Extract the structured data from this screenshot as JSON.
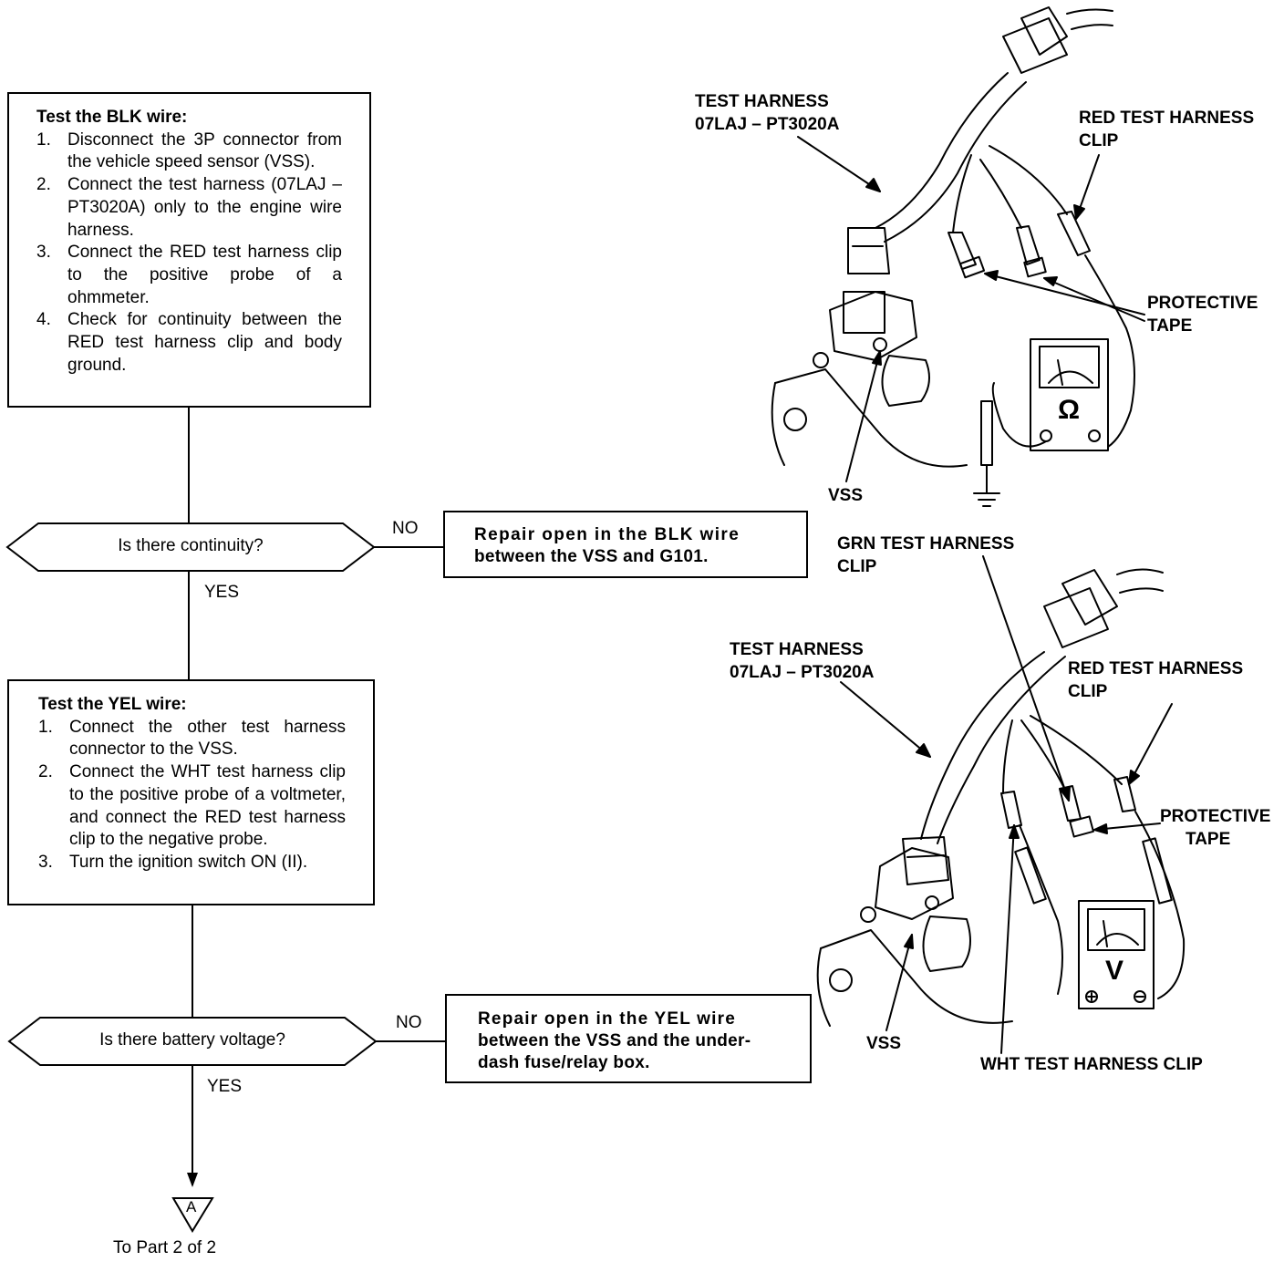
{
  "blk_box": {
    "heading": "Test the BLK wire:",
    "steps": [
      {
        "num": "1.",
        "text": "Disconnect the 3P connector from the vehicle speed sensor (VSS)."
      },
      {
        "num": "2.",
        "text": "Connect the test harness (07LAJ – PT3020A) only to the engine wire harness."
      },
      {
        "num": "3.",
        "text": "Connect the RED test harness clip to the positive probe of a ohmmeter."
      },
      {
        "num": "4.",
        "text": "Check for continuity between the RED test harness clip and body ground."
      }
    ]
  },
  "decision1": {
    "question": "Is there continuity?",
    "no_label": "NO",
    "yes_label": "YES"
  },
  "repair1": {
    "line1": "Repair open in the BLK wire",
    "line2": "between the VSS and G101."
  },
  "yel_box": {
    "heading": "Test the YEL wire:",
    "steps": [
      {
        "num": "1.",
        "text": "Connect the other test harness connector to the VSS."
      },
      {
        "num": "2.",
        "text": "Connect the WHT test harness clip to the positive probe of a voltmeter, and connect the RED test harness clip to the negative probe."
      },
      {
        "num": "3.",
        "text": "Turn the ignition switch ON (II)."
      }
    ]
  },
  "decision2": {
    "question": "Is there battery voltage?",
    "no_label": "NO",
    "yes_label": "YES"
  },
  "repair2": {
    "line1": "Repair open in the YEL wire",
    "line2": "between the VSS and the under-",
    "line3": "dash fuse/relay box."
  },
  "connector": {
    "letter": "A",
    "caption": "To Part 2 of 2"
  },
  "figure1": {
    "test_harness": [
      "TEST HARNESS",
      "07LAJ – PT3020A"
    ],
    "red_clip": [
      "RED TEST HARNESS",
      "CLIP"
    ],
    "protective_tape": [
      "PROTECTIVE",
      "TAPE"
    ],
    "vss": "VSS",
    "meter_symbol": "Ω"
  },
  "figure2": {
    "grn_clip": [
      "GRN TEST HARNESS",
      "CLIP"
    ],
    "test_harness": [
      "TEST HARNESS",
      "07LAJ – PT3020A"
    ],
    "red_clip": [
      "RED TEST HARNESS",
      "CLIP"
    ],
    "protective_tape": [
      "PROTECTIVE",
      "TAPE"
    ],
    "vss": "VSS",
    "wht_clip": "WHT TEST HARNESS CLIP",
    "meter_symbol": "V"
  }
}
